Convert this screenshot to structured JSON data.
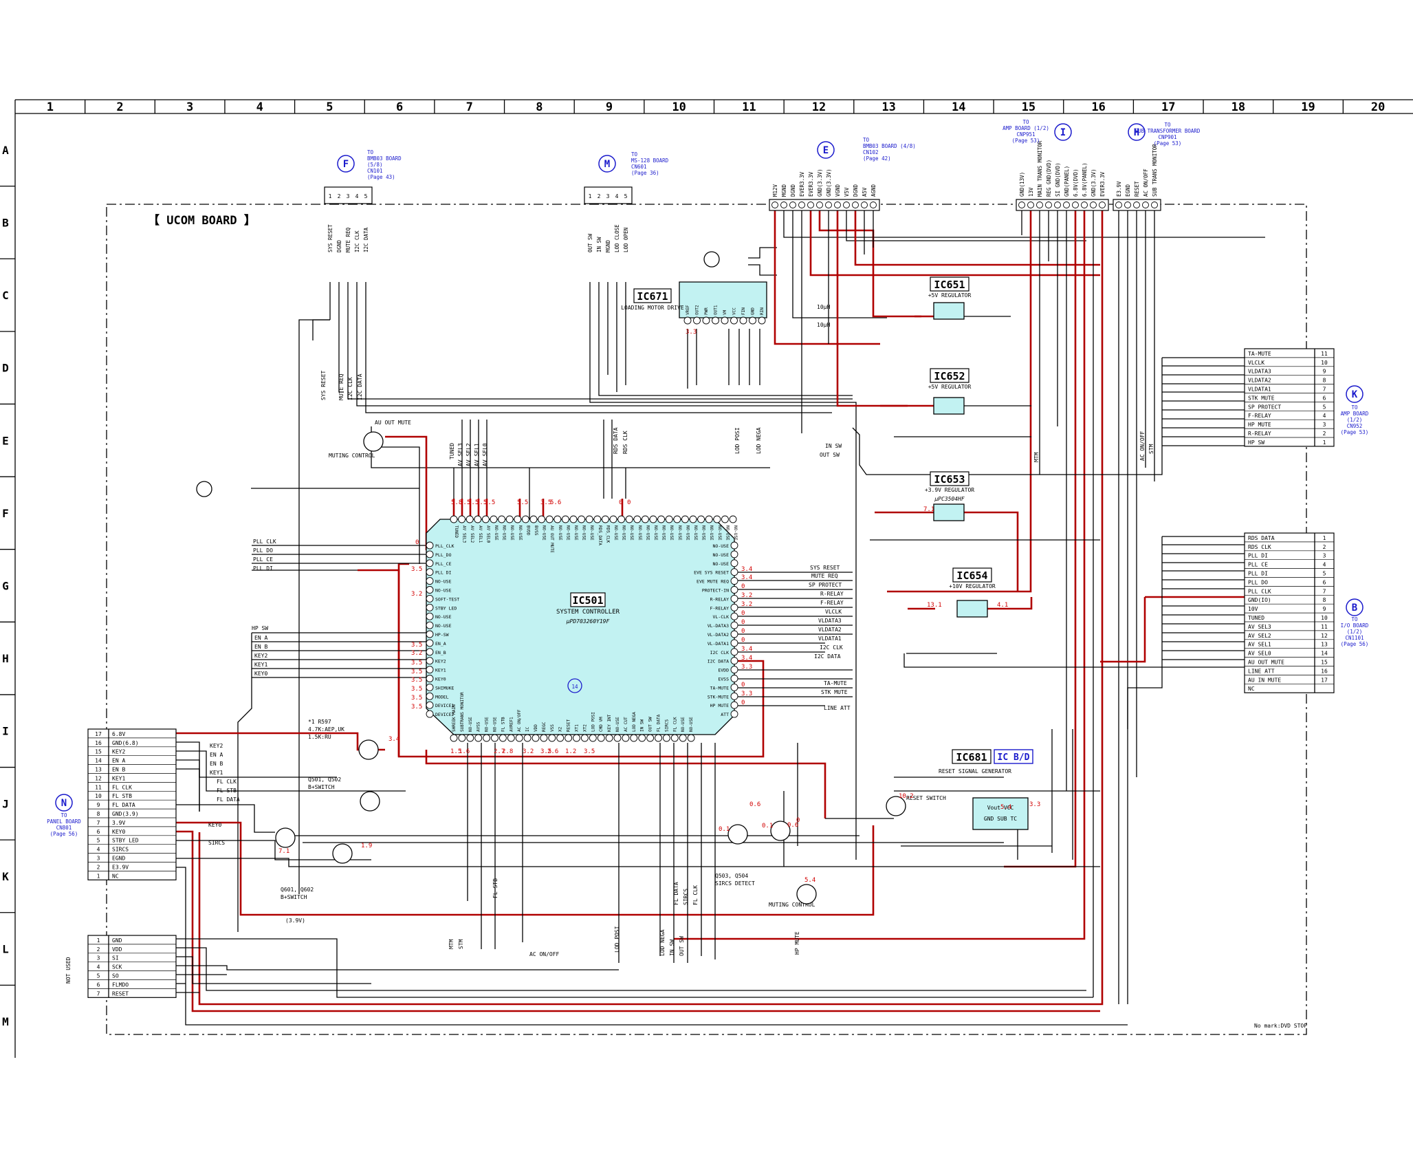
{
  "board_title": "【 UCOM BOARD 】",
  "note": "No mark:DVD STOP",
  "grid": {
    "columns": [
      "1",
      "2",
      "3",
      "4",
      "5",
      "6",
      "7",
      "8",
      "9",
      "10",
      "11",
      "12",
      "13",
      "14",
      "15",
      "16",
      "17",
      "18",
      "19",
      "20"
    ],
    "rows": [
      "A",
      "B",
      "C",
      "D",
      "E",
      "F",
      "G",
      "H",
      "I",
      "J",
      "K",
      "L",
      "M"
    ]
  },
  "ics": {
    "ic501": {
      "ref": "IC501",
      "function": "SYSTEM CONTROLLER",
      "part": "μPD703260Y19F"
    },
    "ic671": {
      "ref": "IC671",
      "function": "LOADING MOTOR DRIVE"
    },
    "ic651": {
      "ref": "IC651",
      "function": "+5V REGULATOR"
    },
    "ic652": {
      "ref": "IC652",
      "function": "+5V REGULATOR"
    },
    "ic653": {
      "ref": "IC653",
      "function": "+3.9V REGULATOR",
      "part": "μPC3504HF"
    },
    "ic654": {
      "ref": "IC654",
      "function": "+10V REGULATOR"
    },
    "ic681": {
      "ref": "IC681",
      "tag": "IC B/D",
      "function": "RESET SIGNAL GENERATOR",
      "pins": "Vout  VCC",
      "pins2": "GND SUB  TC"
    }
  },
  "connectors": {
    "F": {
      "letter": "F",
      "to": [
        "TO",
        "BMB03 BOARD",
        "(5/8)",
        "CN101",
        "(Page 43)"
      ],
      "pins": [
        "SYS RESET",
        "DGND",
        "MUTE REQ",
        "I2C CLK",
        "I2C DATA"
      ]
    },
    "M": {
      "letter": "M",
      "to": [
        "TO",
        "MS-128 BOARD",
        "CN601",
        "(Page 36)"
      ],
      "pins": [
        "OUT SW",
        "IN SW",
        "MGND",
        "LOD CLOSE",
        "LOD OPEN"
      ]
    },
    "E": {
      "letter": "E",
      "to": [
        "TO",
        "BMB03 BOARD (4/8)",
        "CN102",
        "(Page 42)"
      ],
      "pins": [
        "M12V",
        "MGND",
        "DGND",
        "EVER3.3V",
        "EVER3.3V",
        "GND(3.3V)",
        "GND(3.3V)",
        "VGND",
        "V5V",
        "DGND",
        "A5V",
        "AGND"
      ]
    },
    "I": {
      "letter": "I",
      "to": [
        "TO",
        "AMP BOARD (1/2)",
        "CNP951",
        "(Page 53)"
      ],
      "pins": [
        "GND(13V)",
        "13V",
        "MAIN TRANS MONITOR",
        "REG GND(DVD)",
        "SI GND(DVD)",
        "GND(PANEL)",
        "6.8V(DVD)",
        "6.8V(PANEL)",
        "GND(3.3V)",
        "EVER3.3V"
      ]
    },
    "H": {
      "letter": "H",
      "to": [
        "TO",
        "SUB TRANSFORMER BOARD",
        "CNP901",
        "(Page 53)"
      ],
      "pins": [
        "E3.9V",
        "EGND",
        "RESET",
        "AC ON/OFF",
        "SUB TRANS MONITOR"
      ]
    },
    "K": {
      "letter": "K",
      "to": [
        "TO",
        "AMP BOARD",
        "(1/2)",
        "CN952",
        "(Page 53)"
      ],
      "rows": [
        [
          "TA-MUTE",
          "11"
        ],
        [
          "VLCLK",
          "10"
        ],
        [
          "VLDATA3",
          "9"
        ],
        [
          "VLDATA2",
          "8"
        ],
        [
          "VLDATA1",
          "7"
        ],
        [
          "STK MUTE",
          "6"
        ],
        [
          "SP PROTECT",
          "5"
        ],
        [
          "F-RELAY",
          "4"
        ],
        [
          "HP MUTE",
          "3"
        ],
        [
          "R-RELAY",
          "2"
        ],
        [
          "HP SW",
          "1"
        ]
      ]
    },
    "B": {
      "letter": "B",
      "to": [
        "TO",
        "I/O BOARD",
        "(1/2)",
        "CN1101",
        "(Page 56)"
      ],
      "rows": [
        [
          "RDS DATA",
          "1"
        ],
        [
          "RDS CLK",
          "2"
        ],
        [
          "PLL DI",
          "3"
        ],
        [
          "PLL CE",
          "4"
        ],
        [
          "PLL DI",
          "5"
        ],
        [
          "PLL DO",
          "6"
        ],
        [
          "PLL CLK",
          "7"
        ],
        [
          "GND(IO)",
          "8"
        ],
        [
          "10V",
          "9"
        ],
        [
          "TUNED",
          "10"
        ],
        [
          "AV SEL3",
          "11"
        ],
        [
          "AV SEL2",
          "12"
        ],
        [
          "AV SEL1",
          "13"
        ],
        [
          "AV SEL0",
          "14"
        ],
        [
          "AU OUT MUTE",
          "15"
        ],
        [
          "LINE ATT",
          "16"
        ],
        [
          "AU IN MUTE",
          "17"
        ],
        [
          "NC",
          ""
        ]
      ]
    },
    "N": {
      "letter": "N",
      "to": [
        "TO",
        "PANEL BOARD",
        "CN801",
        "(Page 56)"
      ],
      "rows": [
        [
          "17",
          "6.8V"
        ],
        [
          "16",
          "GND(6.8)"
        ],
        [
          "15",
          "KEY2"
        ],
        [
          "14",
          "EN A"
        ],
        [
          "13",
          "EN B"
        ],
        [
          "12",
          "KEY1"
        ],
        [
          "11",
          "FL CLK"
        ],
        [
          "10",
          "FL STB"
        ],
        [
          "9",
          "FL DATA"
        ],
        [
          "8",
          "GND(3.9)"
        ],
        [
          "7",
          "3.9V"
        ],
        [
          "6",
          "KEY0"
        ],
        [
          "5",
          "STBY LED"
        ],
        [
          "4",
          "SIRCS"
        ],
        [
          "3",
          "EGND"
        ],
        [
          "2",
          "E3.9V"
        ],
        [
          "1",
          "NC"
        ]
      ]
    },
    "notused": {
      "label": "NOT USED",
      "rows": [
        [
          "1",
          "GND"
        ],
        [
          "2",
          "VDD"
        ],
        [
          "3",
          "SI"
        ],
        [
          "4",
          "SCK"
        ],
        [
          "5",
          "SO"
        ],
        [
          "6",
          "FLMDO"
        ],
        [
          "7",
          "RESET"
        ]
      ]
    }
  },
  "ic501_pins": {
    "left": [
      "PLL_CLK",
      "PLL_DO",
      "PLL_CE",
      "PLL DI",
      "NO-USE",
      "NO-USE",
      "SOFT-TEST",
      "STBY LED",
      "NO-USE",
      "NO-USE",
      "HP-SW",
      "EN_A",
      "EN_B",
      "KEY2",
      "KEY1",
      "KEY0",
      "SHIMUKE",
      "MODEL",
      "DEVICE1",
      "DEVICE2"
    ],
    "right": [
      "NO-USE",
      "NO-USE",
      "NO-USE",
      "EVE SYS RESET",
      "EVE MUTE REQ",
      "PROTECT-IN",
      "R-RELAY",
      "F-RELAY",
      "VL-CLK",
      "VL-DATA3",
      "VL-DATA2",
      "VL-DATA1",
      "I2C CLK",
      "I2C DATA",
      "EVDD",
      "EVSS",
      "TA-MUTE",
      "STK-MUTE",
      "HP MUTE",
      "ATT"
    ],
    "top": [
      "TUNED",
      "AV SEL3",
      "AV SEL2",
      "AV SEL1",
      "AV SEL0",
      "NO-USE",
      "NO-USE",
      "NO-USE",
      "NO-USE",
      "BVDD",
      "BVSS",
      "NO-USE",
      "AU OUT MUTE",
      "NO-USE",
      "NO-USE",
      "NO-USE",
      "NO-USE",
      "NO-USE",
      "RDS_DATA",
      "RDS_CLK",
      "NO-USE",
      "NO-USE",
      "NO-USE",
      "NO-USE",
      "NO-USE",
      "NO-USE",
      "NO-USE",
      "NO-USE",
      "NO-USE",
      "NO-USE",
      "NO-USE",
      "NO-USE",
      "NO-USE",
      "NO-USE",
      "NO-USE",
      "NO-USE"
    ],
    "bottom": [
      "SHREEK MAIN",
      "SUBTRANS MONITOR",
      "NO-USE",
      "AVSS",
      "NO-USE",
      "NO-USE",
      "FL STB",
      "AVREF1",
      "AC ON/OFF",
      "IC",
      "VDD",
      "REGC",
      "VSS",
      "X2",
      "RESET",
      "XT1",
      "XT2",
      "LOD POSI",
      "CMD VM",
      "KEY INT",
      "NO-USE",
      "AC CUT",
      "LOD NEGA",
      "IN SW",
      "OUT SW",
      "FL DATA",
      "SIRCS",
      "FL CLK",
      "NO-USE",
      "NO-USE"
    ]
  },
  "ic671_pins": [
    "VREF",
    "OUT2",
    "PWR",
    "OUT1",
    "VM",
    "VCC",
    "FIN",
    "GND",
    "RIN"
  ],
  "signals": {
    "sys_reset": "SYS RESET",
    "mute_req": "MUTE REQ",
    "sp_protect": "SP PROTECT",
    "r_relay": "R-RELAY",
    "f_relay": "F-RELAY",
    "vlclk": "VLCLK",
    "vldata3": "VLDATA3",
    "vldata2": "VLDATA2",
    "vldata1": "VLDATA1",
    "i2c_clk": "I2C CLK",
    "i2c_data": "I2C DATA",
    "ta_mute": "TA-MUTE",
    "stk_mute": "STK MUTE",
    "line_att": "LINE ATT",
    "hp_mute": "HP MUTE",
    "pll_clk": "PLL CLK",
    "pll_do": "PLL DO",
    "pll_ce": "PLL CE",
    "pll_di": "PLL DI",
    "hp_sw": "HP SW",
    "en_a": "EN A",
    "en_b": "EN B",
    "key2": "KEY2",
    "key1": "KEY1",
    "key0": "KEY0",
    "tuned": "TUNED",
    "av_sel3": "AV SEL3",
    "av_sel2": "AV SEL2",
    "av_sel1": "AV SEL1",
    "av_sel0": "AV SEL0",
    "rds_data": "RDS DATA",
    "rds_clk": "RDS CLK",
    "in_sw": "IN SW",
    "out_sw": "OUT SW",
    "lod_posi": "LOD POSI",
    "lod_nega": "LOD NEGA",
    "au_out_mute": "AU OUT MUTE",
    "mtm": "MTM",
    "stm": "STM",
    "ac_onoff": "AC ON/OFF",
    "fl_stb": "FL STB",
    "fl_data": "FL DATA",
    "fl_clk": "FL CLK",
    "sircs": "SIRCS",
    "v39": "(3.9V)",
    "muting_control": "MUTING CONTROL",
    "q501": "Q501, Q502",
    "b_switch": "B+SWITCH",
    "q601": "Q601, Q602",
    "q503": "Q503, Q504",
    "sircs_detect": "SIRCS DETECT",
    "reset_switch": "RESET SWITCH",
    "r597": "*1 R597",
    "r597_a": "4.7K:AEP,UK",
    "r597_b": "1.5K:RU",
    "node14": "14",
    "coil1": "10μH",
    "coil2": "10μH"
  },
  "voltages": [
    "5.8",
    "3.5",
    "3.5",
    "3.5",
    "3.5",
    "5.5",
    "3.5",
    "5.6",
    "0",
    "0",
    "0",
    "3.5",
    "3.2",
    "3.5",
    "3.2",
    "3.5",
    "3.5",
    "3.5",
    "3.5",
    "3.5",
    "3.5",
    "3.4",
    "3.4",
    "0",
    "3.2",
    "3.2",
    "0",
    "0",
    "0",
    "0",
    "3.4",
    "3.4",
    "3.3",
    "0",
    "3.3",
    "0",
    "3.3",
    "1.5",
    "1.6",
    "2.7",
    "2.8",
    "3.2",
    "3.5",
    "2.6",
    "1.2",
    "3.5",
    "3.4",
    "0.1",
    "0.1",
    "7.1",
    "1.9",
    "0.6",
    "0.6",
    "0",
    "5.4",
    "5.4",
    "3.3",
    "10.2",
    "13.1",
    "4.1",
    "7.1"
  ]
}
